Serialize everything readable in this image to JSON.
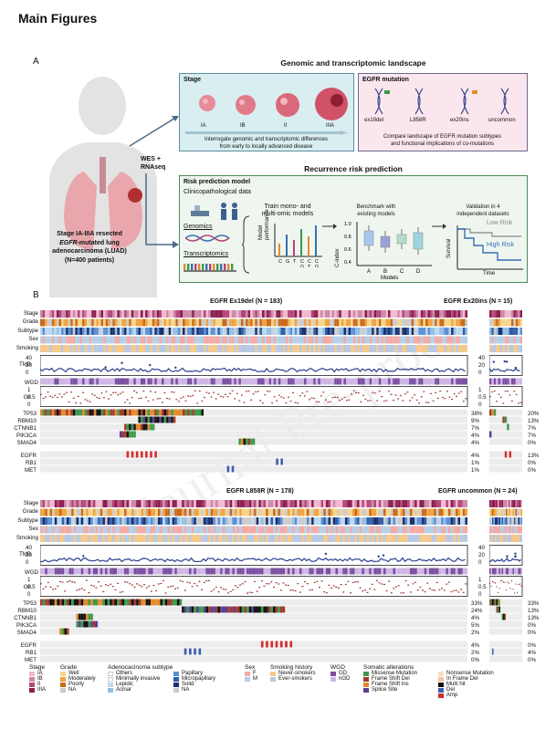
{
  "header": {
    "title": "Main Figures"
  },
  "panelA": {
    "letter": "A",
    "heading": "Genomic and transcriptomic landscape",
    "patient": {
      "line1": "Stage IA-IIIA resected",
      "line2_em": "EGFR",
      "line2_rest": "-mutated lung",
      "line3": "adenocarcinoma (LUAD)",
      "line4": "(N=400 patients)"
    },
    "wes": "WES +\nRNAseq",
    "stage_box": {
      "title": "Stage",
      "labels": [
        "IA",
        "IB",
        "II",
        "IIIA"
      ],
      "caption": "Interrogate genomic and transcriptomic differences\nfrom early to locally advanced disease"
    },
    "egfr_box": {
      "title": "EGFR mutation",
      "labels": [
        "ex19del",
        "L858R",
        "ex20ins",
        "uncommon"
      ],
      "caption": "Compare landscape of EGFR mutation subtypes\nand functional implications of co-mutations"
    },
    "risk_heading": "Recurrence risk prediction",
    "risk_box": {
      "title": "Risk prediction model",
      "clin": "Clinicopathological data",
      "genomics": "Genomics",
      "transcriptomics": "Transcriptomics",
      "train": "Train mono- and\nmulti-omic models",
      "model_perf": "Model\nperformance",
      "perf_ticks": [
        "C",
        "G",
        "T",
        "C\nG",
        "C\nT",
        "C\nG\nT"
      ],
      "bench": "Benchmark with\nexisting models",
      "cindex": "C-index",
      "cindex_ticks": [
        "1.0",
        "0.8",
        "0.6",
        "0.4"
      ],
      "models_ticks": [
        "A",
        "B",
        "C",
        "D"
      ],
      "models": "Models",
      "valid": "Validation in 4\nindependent datasets",
      "survival": "Survival",
      "time": "Time",
      "low": "Low Risk",
      "high": "High Risk"
    }
  },
  "panelB": {
    "letter": "B",
    "groups": [
      {
        "name": "EGFR Ex19del (N = 183)",
        "genes": [
          "TP53",
          "RBM10",
          "CTNNB1",
          "PIK3CA",
          "SMAD4"
        ],
        "pct": [
          "38%",
          "9%",
          "7%",
          "4%",
          "4%"
        ],
        "genes2": [
          "EGFR",
          "RB1",
          "MET"
        ],
        "pct2": [
          "4%",
          "1%",
          "1%"
        ]
      },
      {
        "name": "EGFR Ex20ins (N = 15)",
        "pct": [
          "20%",
          "13%",
          "7%",
          "7%",
          "0%"
        ],
        "pct2": [
          "13%",
          "0%",
          "0%"
        ]
      },
      {
        "name": "EGFR L858R (N = 178)",
        "genes": [
          "TP53",
          "RBM10",
          "CTNNB1",
          "PIK3CA",
          "SMAD4"
        ],
        "pct": [
          "33%",
          "24%",
          "4%",
          "5%",
          "2%"
        ],
        "genes2": [
          "EGFR",
          "RB1",
          "MET"
        ],
        "pct2": [
          "4%",
          "2%",
          "0%"
        ]
      },
      {
        "name": "EGFR uncommon (N = 24)",
        "pct": [
          "33%",
          "13%",
          "13%",
          "0%",
          "0%"
        ],
        "pct2": [
          "0%",
          "4%",
          "0%"
        ]
      }
    ],
    "tracks": [
      "Stage",
      "Grade",
      "Subtype",
      "Sex",
      "Smoking"
    ],
    "tmb": "TMB",
    "tmb_ticks": [
      "40",
      "20",
      "0"
    ],
    "wgd": "WGD",
    "gii": "GII",
    "gii_ticks": [
      "1",
      "0.5",
      "0"
    ],
    "watermark": "Journal Pre-proof"
  },
  "legend": {
    "stage": {
      "title": "Stage",
      "items": [
        "IA",
        "IB",
        "II",
        "IIIA"
      ],
      "colors": [
        "#f2b8cf",
        "#c98aa8",
        "#b4467a",
        "#8b1d4f"
      ]
    },
    "grade": {
      "title": "Grade",
      "items": [
        "Well",
        "Moderately",
        "Poorly",
        "NA"
      ],
      "colors": [
        "#f5d48c",
        "#f0a340",
        "#c96a1a",
        "#cccccc"
      ]
    },
    "subtype": {
      "title": "Adenocacinoma subtype",
      "col1": [
        "Others",
        "Minimally invasive",
        "Lepidic",
        "Acinar"
      ],
      "col1c": [
        "#ffffff",
        "#ffffff",
        "#bcd8ef",
        "#8fbfe6"
      ],
      "col2": [
        "Papillary",
        "Micropapillary",
        "Solid",
        "NA"
      ],
      "col2c": [
        "#5c8fd6",
        "#2f5ea8",
        "#1d2f6b",
        "#cccccc"
      ]
    },
    "sex": {
      "title": "Sex",
      "items": [
        "F",
        "M"
      ],
      "colors": [
        "#f4a9a3",
        "#b6cfe8"
      ]
    },
    "smoking": {
      "title": "Smoking history",
      "items": [
        "Never-smokers",
        "Ever-smokers"
      ],
      "colors": [
        "#f6c88a",
        "#b7c8e3"
      ]
    },
    "wgd": {
      "title": "WGD",
      "items": [
        "GD",
        "nGD"
      ],
      "colors": [
        "#7a4fa0",
        "#cdb6e3"
      ]
    },
    "somatic": {
      "title": "Somatic alterations",
      "col1": [
        "Missense Mutation",
        "Frame Shift Del",
        "Frame Shift Ins",
        "Splice Site"
      ],
      "col1c": [
        "#3a9a4a",
        "#a23b2e",
        "#e58a2d",
        "#5a3f8f"
      ],
      "col2": [
        "Nonsense Mutation",
        "In Frame Del",
        "Multi hit",
        "Del",
        "Amp"
      ],
      "col2c": [
        "#f7dcc0",
        "#f1c3a3",
        "#111111",
        "#3d5fb0",
        "#d42b2b"
      ]
    }
  }
}
